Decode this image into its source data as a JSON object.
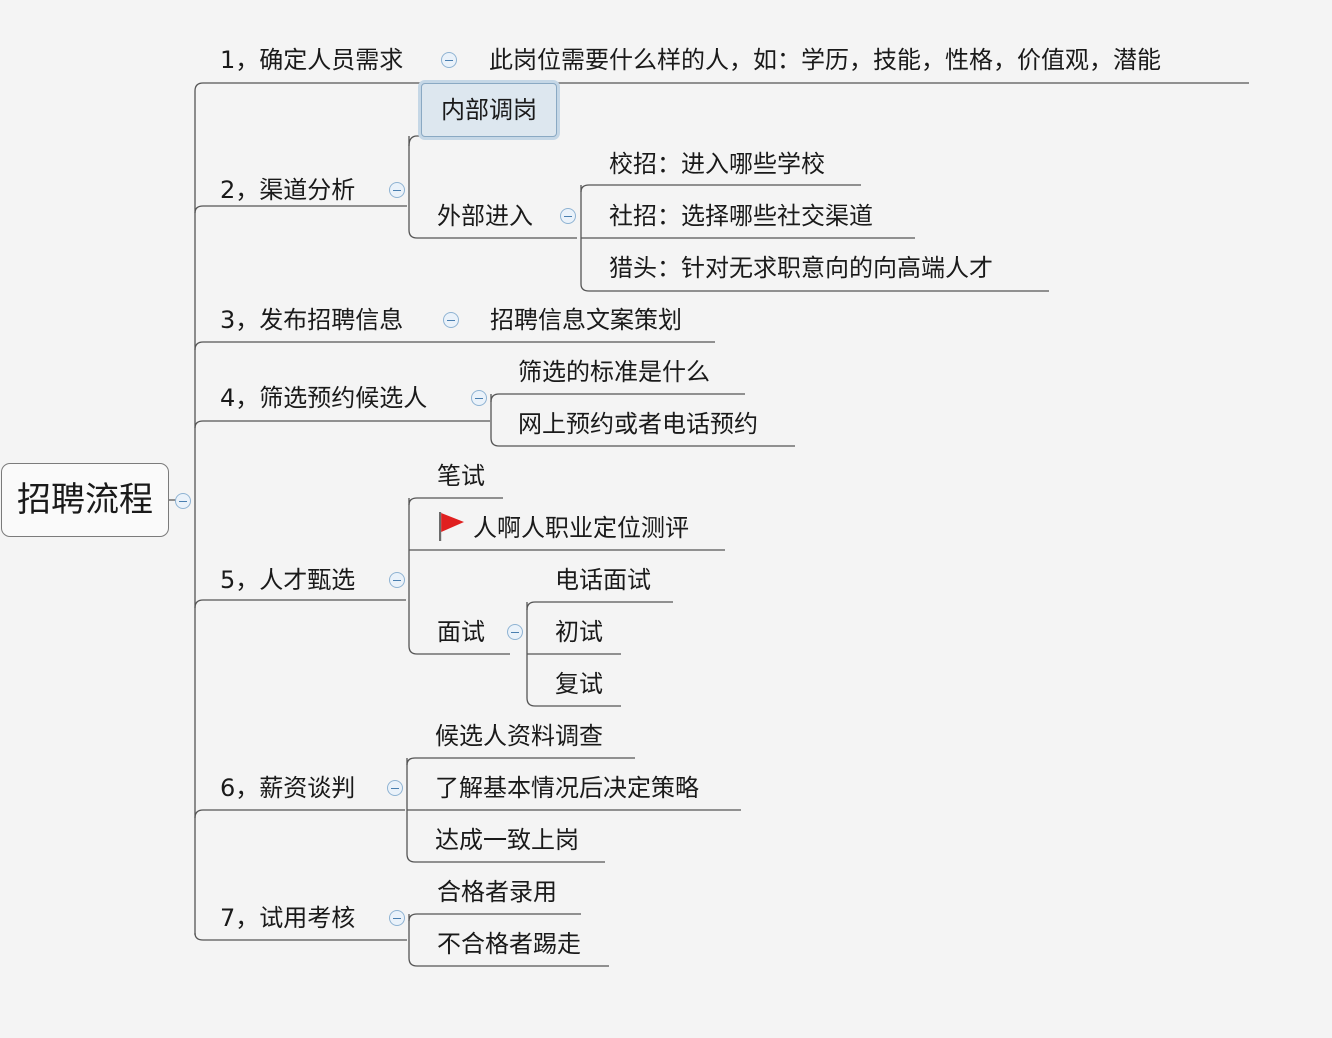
{
  "root": "招聘流程",
  "steps": [
    {
      "label": "1，确定人员需求",
      "note": "此岗位需要什么样的人，如：学历，技能，性格，价值观，潜能"
    },
    {
      "label": "2，渠道分析",
      "internal": "内部调岗",
      "external": "外部进入",
      "external_items": [
        "校招：进入哪些学校",
        "社招：选择哪些社交渠道",
        "猎头：针对无求职意向的向高端人才"
      ]
    },
    {
      "label": "3，发布招聘信息",
      "note": "招聘信息文案策划"
    },
    {
      "label": "4，筛选预约候选人",
      "items": [
        "筛选的标准是什么",
        "网上预约或者电话预约"
      ]
    },
    {
      "label": "5，人才甄选",
      "written": "笔试",
      "assessment": "人啊人职业定位测评",
      "interview": "面试",
      "interview_items": [
        "电话面试",
        "初试",
        "复试"
      ]
    },
    {
      "label": "6，薪资谈判",
      "items": [
        "候选人资料调查",
        "了解基本情况后决定策略",
        "达成一致上岗"
      ]
    },
    {
      "label": "7，试用考核",
      "items": [
        "合格者录用",
        "不合格者踢走"
      ]
    }
  ],
  "colors": {
    "line": "#555555",
    "toggle": "#8fb3d3",
    "selected_fill": "#dde7ef",
    "flag": "#e02020"
  }
}
